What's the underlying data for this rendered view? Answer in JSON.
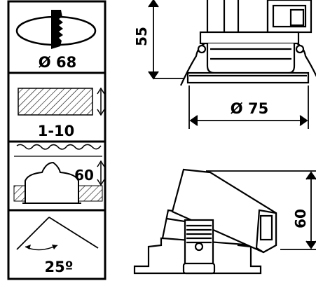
{
  "spec_panel": {
    "cutout_diameter": "Ø 68",
    "ceiling_thickness": "1-10",
    "recess_depth": "60",
    "tilt_angle": "25º"
  },
  "dimensions": {
    "fixture_height": "55",
    "fixture_diameter": "Ø 75",
    "tilted_height": "60"
  },
  "colors": {
    "line": "#000000",
    "background": "#ffffff"
  }
}
